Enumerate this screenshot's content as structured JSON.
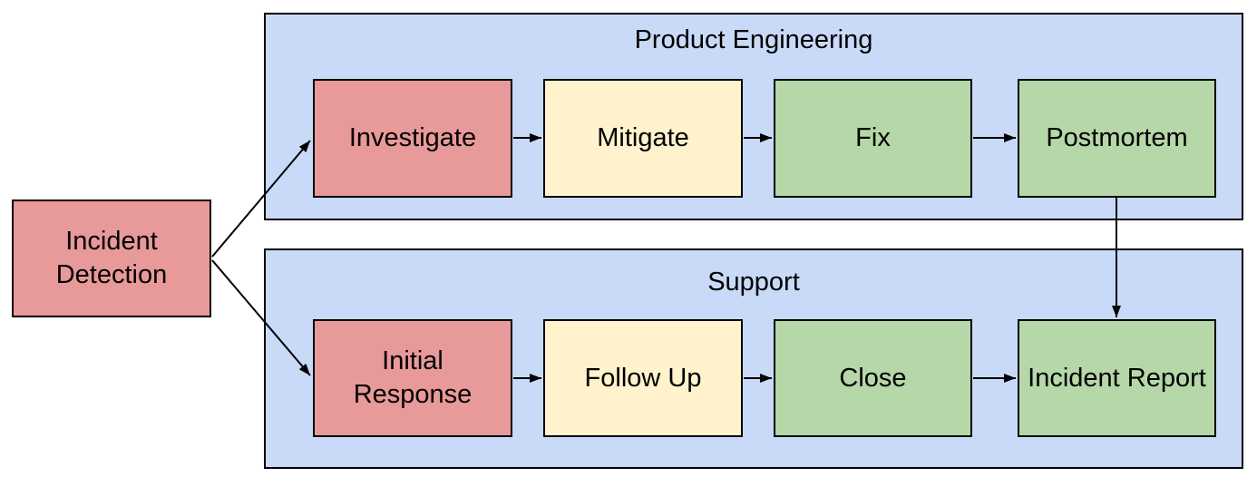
{
  "diagram": {
    "type": "flowchart-swimlanes",
    "colors": {
      "start_node_fill": "#E89999",
      "step_red_fill": "#E89999",
      "step_yellow_fill": "#FFF2CC",
      "step_green_fill": "#B6D7A8",
      "lane_fill": "#C9DAF8",
      "stroke": "#000000",
      "background": "#FFFFFF"
    },
    "start": {
      "label": "Incident Detection",
      "fill": "#E89999"
    },
    "lanes": [
      {
        "label": "Product Engineering",
        "steps": [
          {
            "label": "Investigate",
            "fill": "#E89999"
          },
          {
            "label": "Mitigate",
            "fill": "#FFF2CC"
          },
          {
            "label": "Fix",
            "fill": "#B6D7A8"
          },
          {
            "label": "Postmortem",
            "fill": "#B6D7A8"
          }
        ]
      },
      {
        "label": "Support",
        "steps": [
          {
            "label": "Initial Response",
            "fill": "#E89999"
          },
          {
            "label": "Follow Up",
            "fill": "#FFF2CC"
          },
          {
            "label": "Close",
            "fill": "#B6D7A8"
          },
          {
            "label": "Incident Report",
            "fill": "#B6D7A8"
          }
        ]
      }
    ],
    "edges": [
      {
        "from": "Incident Detection",
        "to": "Investigate"
      },
      {
        "from": "Incident Detection",
        "to": "Initial Response"
      },
      {
        "from": "Investigate",
        "to": "Mitigate"
      },
      {
        "from": "Mitigate",
        "to": "Fix"
      },
      {
        "from": "Fix",
        "to": "Postmortem"
      },
      {
        "from": "Postmortem",
        "to": "Incident Report"
      },
      {
        "from": "Initial Response",
        "to": "Follow Up"
      },
      {
        "from": "Follow Up",
        "to": "Close"
      },
      {
        "from": "Close",
        "to": "Incident Report"
      }
    ]
  }
}
